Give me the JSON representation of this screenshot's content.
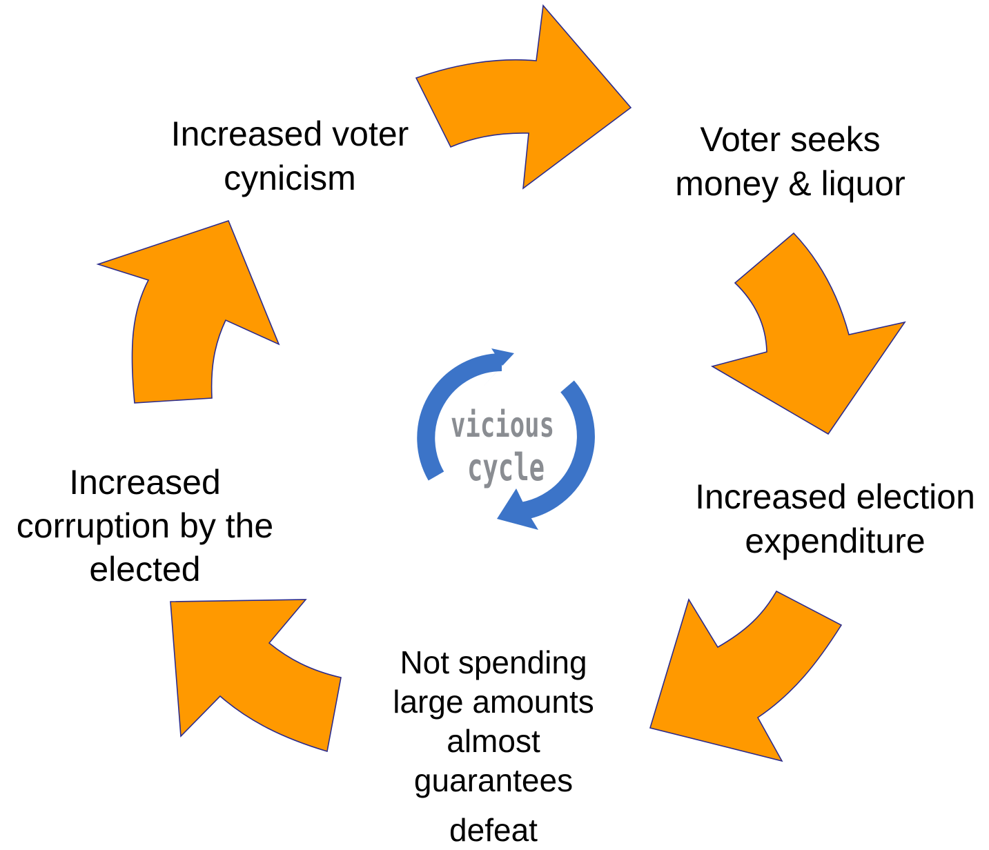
{
  "diagram": {
    "colors": {
      "arrow_fill": "#FF9900",
      "arrow_stroke": "#2B2B8C",
      "logo_ring": "#3C74C8",
      "logo_text": "#8A8D92"
    },
    "center_logo": {
      "line1": "vicious",
      "line2": "cycle",
      "icon": "circular-arrows-icon"
    },
    "nodes": [
      {
        "id": "voter-seeks",
        "lines": [
          "Voter seeks",
          "money & liquor"
        ]
      },
      {
        "id": "expenditure",
        "lines": [
          "Increased election",
          "expenditure"
        ]
      },
      {
        "id": "not-spending",
        "lines": [
          "Not spending",
          "large amounts",
          "almost",
          "guarantees",
          "defeat"
        ]
      },
      {
        "id": "corruption",
        "lines": [
          "Increased",
          "corruption by the",
          "elected"
        ]
      },
      {
        "id": "cynicism",
        "lines": [
          "Increased voter",
          "cynicism"
        ]
      }
    ],
    "edges": [
      {
        "from": "cynicism",
        "to": "voter-seeks"
      },
      {
        "from": "voter-seeks",
        "to": "expenditure"
      },
      {
        "from": "expenditure",
        "to": "not-spending"
      },
      {
        "from": "not-spending",
        "to": "corruption"
      },
      {
        "from": "corruption",
        "to": "cynicism"
      }
    ]
  }
}
